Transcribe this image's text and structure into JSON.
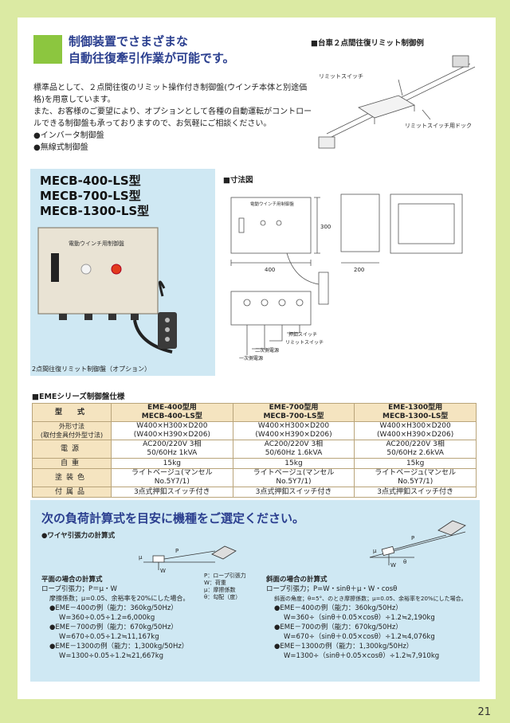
{
  "header": {
    "line1": "制御装置でさまざまな",
    "line2": "自動往復牽引作業が可能です。"
  },
  "intro": {
    "p1": "標準品として、２点間往復のリミット操作付き制御盤(ウインチ本体と別途価格)を用意しています。",
    "p2": "また、お客様のご要望により、オプションとして各種の自動運転がコントロールできる制御盤も承っておりますので、お気軽にご相談ください。",
    "bullets": [
      "●インバータ制御盤",
      "●無線式制御盤"
    ]
  },
  "rail_diagram": {
    "title": "■台車２点間往復リミット制御例",
    "label_switch": "リミットスイッチ",
    "label_dog": "リミットスイッチ用ドック"
  },
  "models": [
    "MECB-400-LS型",
    "MECB-700-LS型",
    "MECB-1300-LS型"
  ],
  "photo": {
    "panel_label": "電動ウインチ用制御盤",
    "caption": "2点間往復リミット制御盤（オプション）"
  },
  "dimension": {
    "title": "■寸法図",
    "panel_label": "電動ウインチ用制御盤",
    "w": "400",
    "h": "300",
    "d": "200",
    "l_push": "押釦スイッチ",
    "l_limit": "リミットスイッチ",
    "l_second": "二次側電源",
    "l_first": "一次側電源"
  },
  "spec": {
    "title": "■EMEシリーズ制御盤仕様",
    "col_label": "型　式",
    "columns": [
      {
        "l1": "EME-400型用",
        "l2": "MECB-400-LS型"
      },
      {
        "l1": "EME-700型用",
        "l2": "MECB-700-LS型"
      },
      {
        "l1": "EME-1300型用",
        "l2": "MECB-1300-LS型"
      }
    ],
    "rows": [
      {
        "label": "外形寸法",
        "sub": "(取付金具付外型寸法)",
        "cells": [
          [
            "W400×H300×D200",
            "(W400×H390×D206)"
          ],
          [
            "W400×H300×D200",
            "(W400×H390×D206)"
          ],
          [
            "W400×H300×D200",
            "(W400×H390×D206)"
          ]
        ]
      },
      {
        "label": "電源",
        "sub": "",
        "cells": [
          [
            "AC200/220V  3相",
            "50/60Hz  1kVA"
          ],
          [
            "AC200/220V  3相",
            "50/60Hz  1.6kVA"
          ],
          [
            "AC200/220V  3相",
            "50/60Hz  2.6kVA"
          ]
        ]
      },
      {
        "label": "自重",
        "sub": "",
        "cells": [
          [
            "15kg"
          ],
          [
            "15kg"
          ],
          [
            "15kg"
          ]
        ]
      },
      {
        "label": "塗装色",
        "sub": "",
        "cells": [
          [
            "ライトベージュ(マンセルNo.5Y7/1)"
          ],
          [
            "ライトベージュ(マンセルNo.5Y7/1)"
          ],
          [
            "ライトベージュ(マンセルNo.5Y7/1)"
          ]
        ]
      },
      {
        "label": "付属品",
        "sub": "",
        "cells": [
          [
            "3点式押釦スイッチ付き"
          ],
          [
            "3点式押釦スイッチ付き"
          ],
          [
            "3点式押釦スイッチ付き"
          ]
        ]
      }
    ]
  },
  "calc": {
    "title": "次の負荷計算式を目安に機種をご選定ください。",
    "wire_title": "●ワイヤ引張力の計算式",
    "legend": [
      "P：ロープ引張力",
      "W：荷重",
      "μ：摩擦係数",
      "θ：勾配（度）"
    ],
    "flat": {
      "head": "平面の場合の計算式",
      "formula": "ロープ引張力；P＝μ・W",
      "note": "摩擦係数；μ=0.05、余裕率を20%にした場合。",
      "examples": [
        {
          "name": "●EME－400の例（能力：360kg/50Hz）",
          "calc": "W=360÷0.05÷1.2=6,000kg"
        },
        {
          "name": "●EME－700の例（能力：670kg/50Hz）",
          "calc": "W=670÷0.05÷1.2≒11,167kg"
        },
        {
          "name": "●EME－1300の例（能力：1,300kg/50Hz）",
          "calc": "W=1300÷0.05÷1.2≒21,667kg"
        }
      ]
    },
    "slope": {
      "head": "斜面の場合の計算式",
      "formula": "ロープ引張力；P=W・sinθ＋μ・W・cosθ",
      "note": "斜面の角度；θ=5°、のとき摩擦係数；μ=0.05、余裕率を20%にした場合。",
      "examples": [
        {
          "name": "●EME－400の例（能力：360kg/50Hz）",
          "calc": "W=360÷（sinθ＋0.05×cosθ）÷1.2≒2,190kg"
        },
        {
          "name": "●EME－700の例（能力：670kg/50Hz）",
          "calc": "W=670÷（sinθ＋0.05×cosθ）÷1.2≒4,076kg"
        },
        {
          "name": "●EME－1300の例（能力：1,300kg/50Hz）",
          "calc": "W=1300÷（sinθ＋0.05×cosθ）÷1.2≒7,910kg"
        }
      ]
    }
  },
  "page_number": "21"
}
